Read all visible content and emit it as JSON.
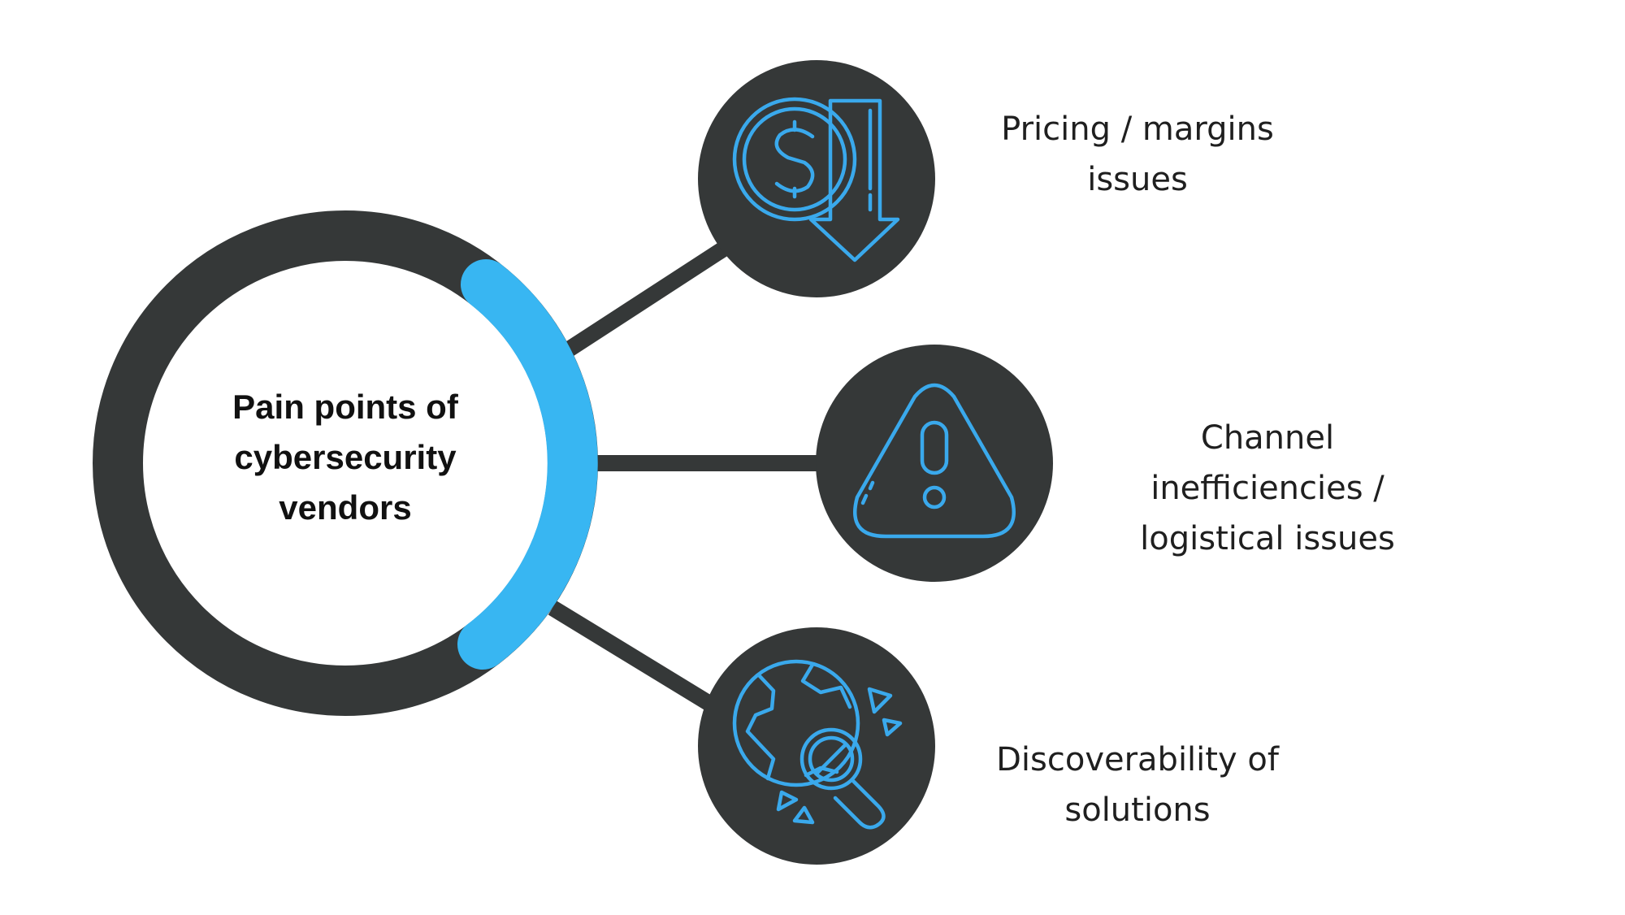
{
  "center": {
    "title_lines": [
      "Pain points of",
      "cybersecurity",
      "vendors"
    ]
  },
  "points": [
    {
      "lines": [
        "Pricing / margins",
        "issues"
      ],
      "icon": "dollar-down-arrow-icon"
    },
    {
      "lines": [
        "Channel",
        "inefficiencies /",
        "logistical issues"
      ],
      "icon": "warning-triangle-icon"
    },
    {
      "lines": [
        "Discoverability of",
        "solutions"
      ],
      "icon": "globe-search-icon"
    }
  ],
  "colors": {
    "ring": "#353838",
    "accent": "#38b6f2",
    "node_fill": "#353838",
    "icon_stroke": "#3aa9ec",
    "text": "#1f1f1f"
  }
}
